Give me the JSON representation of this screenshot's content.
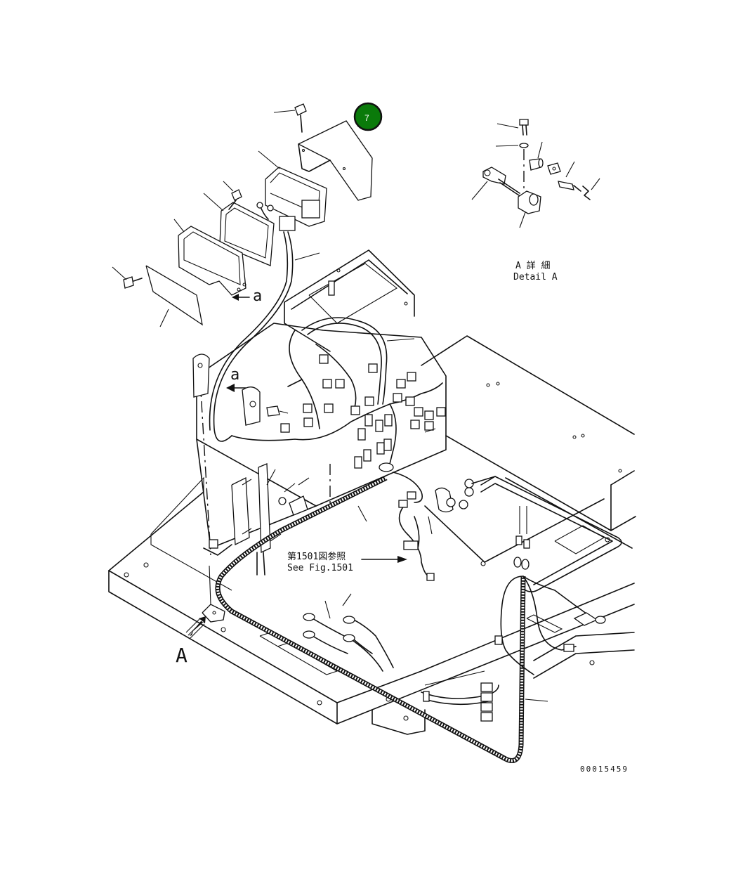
{
  "callout": {
    "number": "7",
    "color": "#0a7a0a",
    "border": "#111111"
  },
  "detail": {
    "label_jp": "A 詳 細",
    "label_en": "Detail A"
  },
  "view_marker": {
    "letter": "A"
  },
  "section_markers": {
    "upper": "a",
    "lower": "a"
  },
  "reference": {
    "label_jp": "第1501図参照",
    "label_en": "See Fig.1501"
  },
  "drawing_number": "00015459"
}
